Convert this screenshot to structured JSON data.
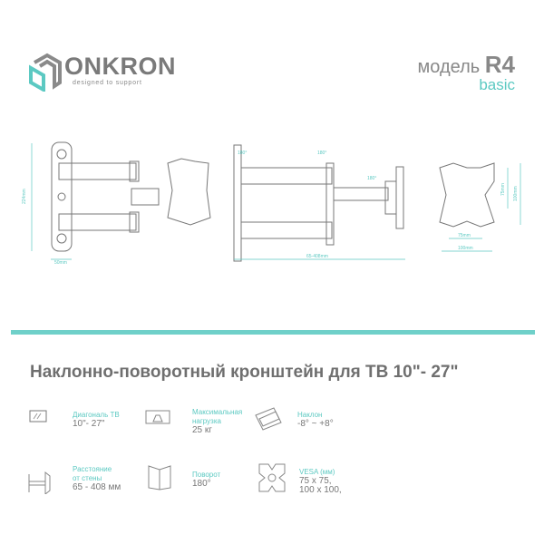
{
  "brand": {
    "name": "ONKRON",
    "tagline": "designed to support"
  },
  "model": {
    "prefix": "модель",
    "code": "R4",
    "variant": "basic"
  },
  "drawing": {
    "height_dim": "224mm",
    "depth_dim": "50mm",
    "rotation_1": "180°",
    "rotation_2": "180°",
    "rotation_3": "180°",
    "extension_dim": "65-408mm",
    "vesa_small_h": "75mm",
    "vesa_large_h": "100mm",
    "vesa_small_w": "75mm",
    "vesa_large_w": "100mm"
  },
  "title": "Наклонно-поворотный кронштейн для ТВ 10\"- 27\"",
  "specs": [
    {
      "label": "Диагональ ТВ",
      "value": "10\"- 27\""
    },
    {
      "label": "Максимальная нагрузка",
      "value": "25 кг"
    },
    {
      "label": "Наклон",
      "value": "-8° ~ +8°"
    },
    {
      "label": "Расстояние от стены",
      "value": "65 - 408 мм"
    },
    {
      "label": "Поворот",
      "value": "180°"
    },
    {
      "label": "VESA (мм)",
      "value": "75 x 75, 100 x 100,"
    }
  ],
  "colors": {
    "accent": "#5cc9c2",
    "text": "#777777"
  }
}
